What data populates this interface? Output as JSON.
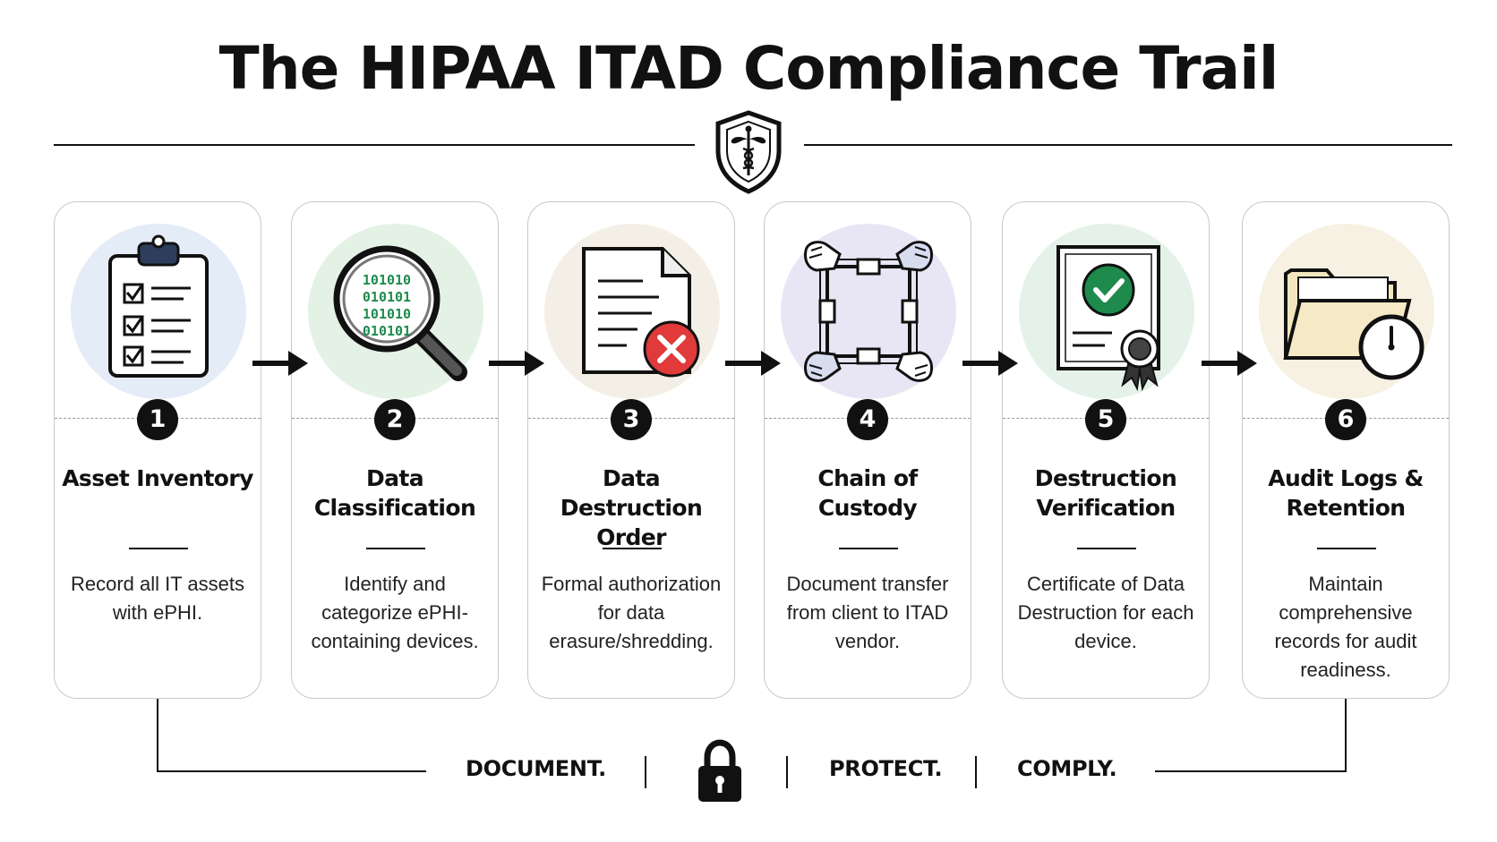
{
  "title": "The HIPAA ITAD Compliance Trail",
  "header_icon": "shield-caduceus-icon",
  "steps": [
    {
      "number": "1",
      "title": "Asset Inventory",
      "description": "Record all IT assets with ePHI.",
      "icon": "clipboard-checklist-icon",
      "bg_color": "#e3ecf7"
    },
    {
      "number": "2",
      "title": "Data Classification",
      "description": "Identify and categorize ePHI-containing devices.",
      "icon": "magnifier-binary-icon",
      "bg_color": "#e4f2e6",
      "binary": [
        "101010",
        "010101",
        "101010",
        "010101"
      ]
    },
    {
      "number": "3",
      "title": "Data Destruction Order",
      "description": "Formal authorization for data erasure/shredding.",
      "icon": "document-x-icon",
      "bg_color": "#f4efe6"
    },
    {
      "number": "4",
      "title": "Chain of Custody",
      "description": "Document transfer from client to ITAD vendor.",
      "icon": "linked-hands-icon",
      "bg_color": "#e8e6f5"
    },
    {
      "number": "5",
      "title": "Destruction Verification",
      "description": "Certificate of Data Destruction for each device.",
      "icon": "certificate-check-icon",
      "bg_color": "#e4f2ea"
    },
    {
      "number": "6",
      "title": "Audit Logs & Retention",
      "description": "Maintain comprehensive records for audit readiness.",
      "icon": "folder-clock-icon",
      "bg_color": "#f6f1e2"
    }
  ],
  "footer": {
    "words": [
      "DOCUMENT.",
      "PROTECT.",
      "COMPLY."
    ],
    "icon": "padlock-icon"
  },
  "colors": {
    "accent_green": "#1e8a4c",
    "alert_red": "#e03a3a",
    "navy": "#2c3e5c",
    "folder_beige": "#f3e6bf"
  }
}
